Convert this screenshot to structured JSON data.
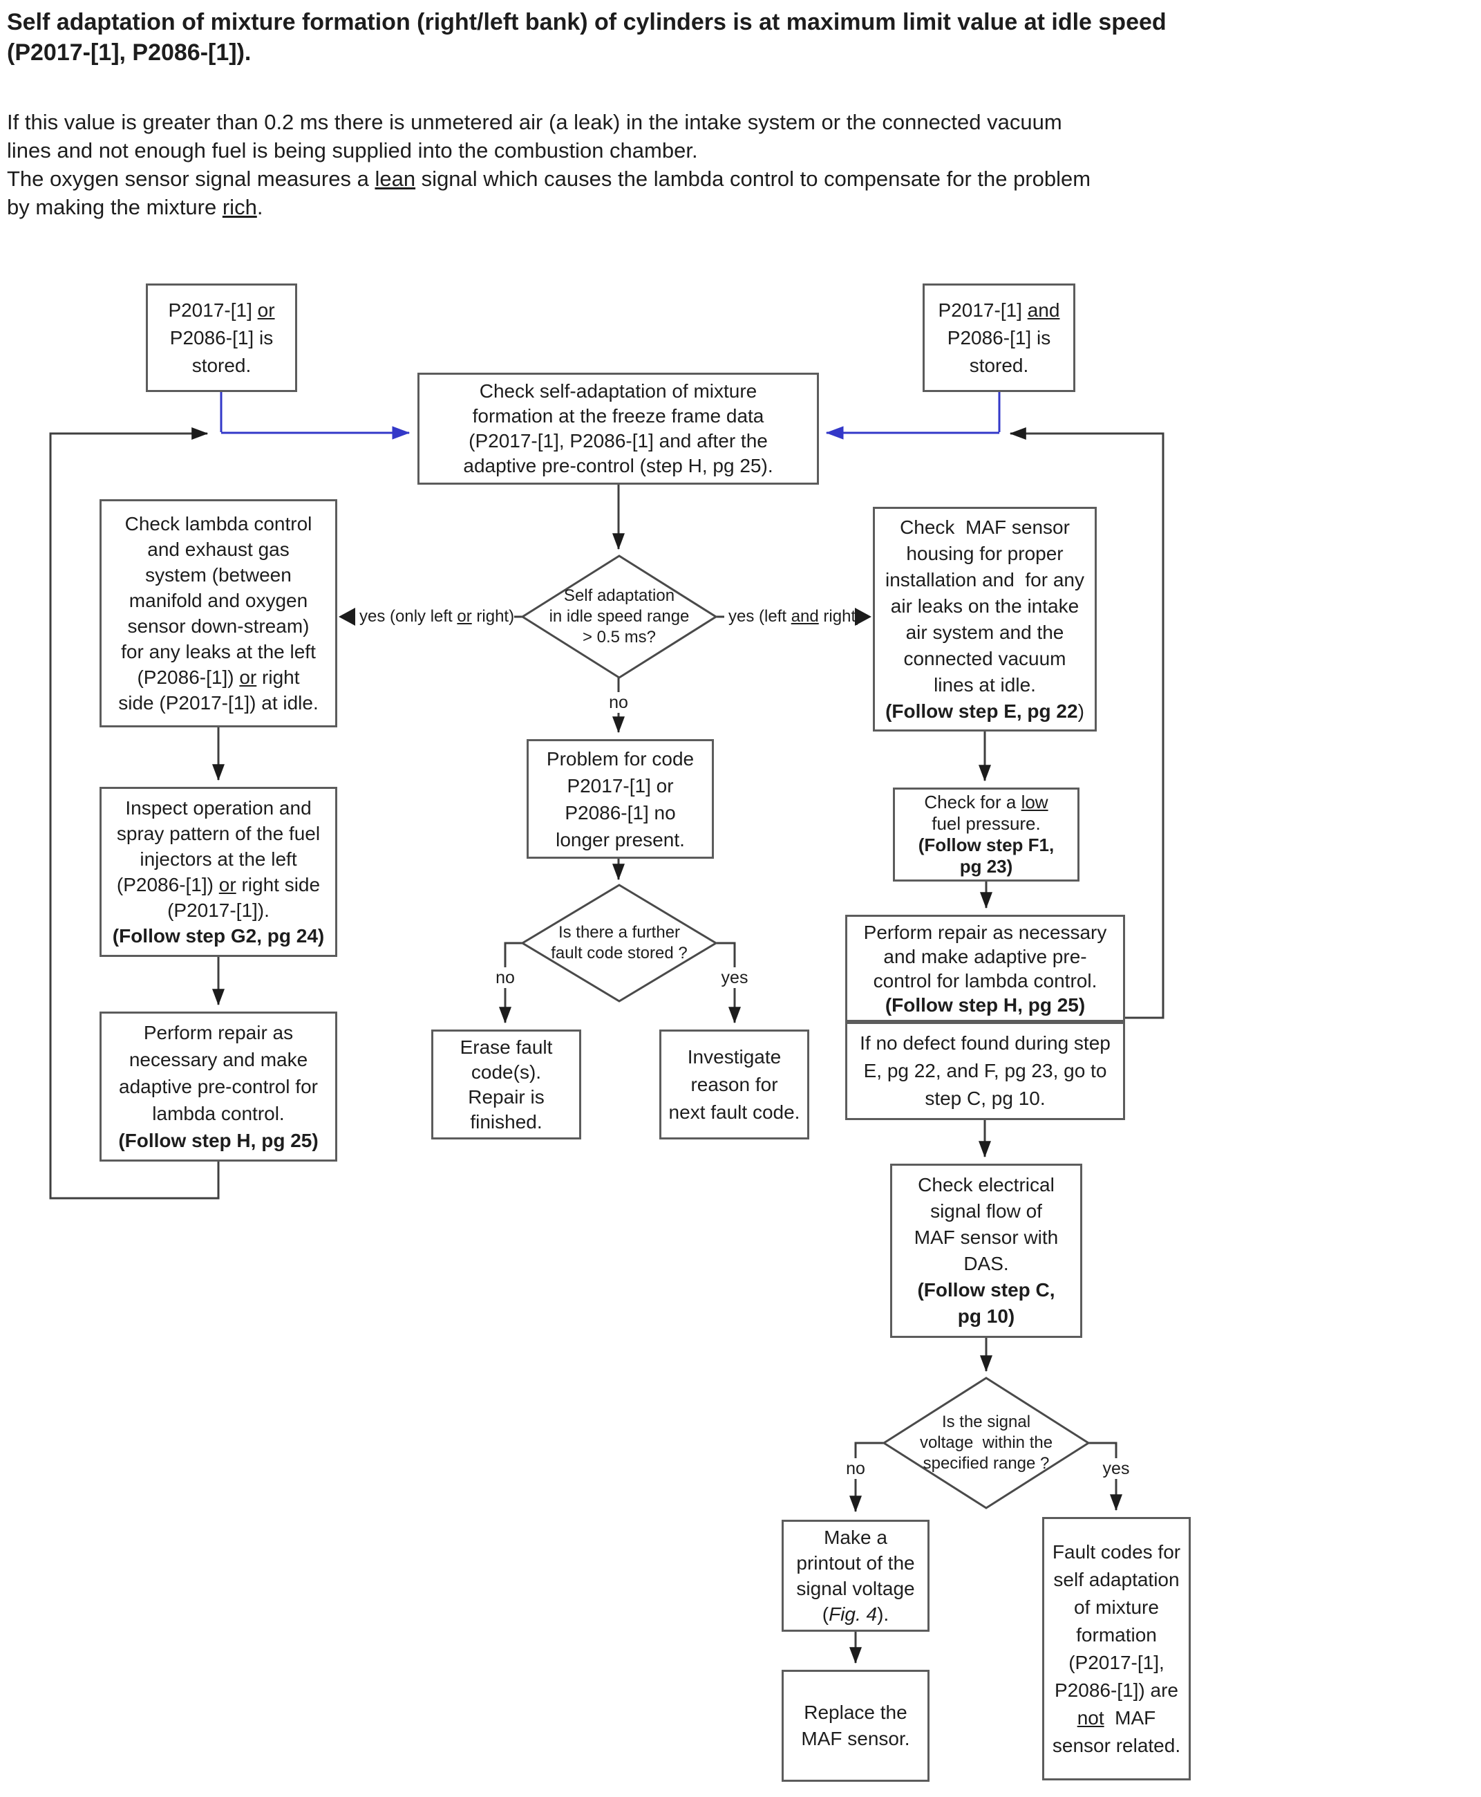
{
  "header": {
    "title": [
      {
        "t": "Self adaptation of mixture formation (right/left bank) of cylinders is at maximum limit value at idle speed"
      },
      {
        "br": true
      },
      {
        "t": "(P2017-[1], P2086-[1])."
      }
    ],
    "intro": [
      {
        "t": "If this value is greater than 0.2 ms there is unmetered air (a leak) in the intake system or the connected vacuum"
      },
      {
        "br": true
      },
      {
        "t": "lines and not enough fuel is being supplied into the combustion chamber."
      },
      {
        "br": true
      },
      {
        "t": "The oxygen sensor signal measures a "
      },
      {
        "t": "lean",
        "u": true
      },
      {
        "t": " signal which causes the lambda control to compensate for the problem"
      },
      {
        "br": true
      },
      {
        "t": "by making the mixture "
      },
      {
        "t": "rich",
        "u": true
      },
      {
        "t": "."
      }
    ]
  },
  "flowchart": {
    "box_or": [
      {
        "t": "P2017-[1] "
      },
      {
        "t": "or",
        "u": true
      },
      {
        "br": true
      },
      {
        "t": "P2086-[1] is"
      },
      {
        "br": true
      },
      {
        "t": "stored."
      }
    ],
    "box_and": [
      {
        "t": "P2017-[1] "
      },
      {
        "t": "and",
        "u": true
      },
      {
        "br": true
      },
      {
        "t": "P2086-[1] is"
      },
      {
        "br": true
      },
      {
        "t": "stored."
      }
    ],
    "box_center": [
      {
        "t": "Check self-adaptation of mixture"
      },
      {
        "br": true
      },
      {
        "t": "formation at the freeze frame data"
      },
      {
        "br": true
      },
      {
        "t": "(P2017-[1], P2086-[1] and after the"
      },
      {
        "br": true
      },
      {
        "t": "adaptive pre-control (step H, pg 25)."
      }
    ],
    "box_lambda": [
      {
        "t": "Check lambda control"
      },
      {
        "br": true
      },
      {
        "t": "and exhaust gas"
      },
      {
        "br": true
      },
      {
        "t": "system (between"
      },
      {
        "br": true
      },
      {
        "t": "manifold and oxygen"
      },
      {
        "br": true
      },
      {
        "t": "sensor down-stream)"
      },
      {
        "br": true
      },
      {
        "t": "for any leaks at the left"
      },
      {
        "br": true
      },
      {
        "t": "(P2086-[1]) "
      },
      {
        "t": "or",
        "u": true
      },
      {
        "t": " right"
      },
      {
        "br": true
      },
      {
        "t": "side (P2017-[1]) at idle."
      }
    ],
    "box_injectors": [
      {
        "t": "Inspect operation and"
      },
      {
        "br": true
      },
      {
        "t": "spray pattern of the fuel"
      },
      {
        "br": true
      },
      {
        "t": "injectors at the left"
      },
      {
        "br": true
      },
      {
        "t": "(P2086-[1]) "
      },
      {
        "t": "or",
        "u": true
      },
      {
        "t": " right side"
      },
      {
        "br": true
      },
      {
        "t": "(P2017-[1])."
      },
      {
        "br": true
      },
      {
        "t": "(Follow step G2, pg 24)",
        "b": true
      }
    ],
    "box_repair_left": [
      {
        "t": "Perform repair as"
      },
      {
        "br": true
      },
      {
        "t": "necessary and make"
      },
      {
        "br": true
      },
      {
        "t": "adaptive pre-control for"
      },
      {
        "br": true
      },
      {
        "t": "lambda control."
      },
      {
        "br": true
      },
      {
        "t": "(Follow step H, pg 25)",
        "b": true
      }
    ],
    "box_problem": [
      {
        "t": "Problem for code"
      },
      {
        "br": true
      },
      {
        "t": "P2017-[1] or"
      },
      {
        "br": true
      },
      {
        "t": "P2086-[1] no"
      },
      {
        "br": true
      },
      {
        "t": "longer present."
      }
    ],
    "box_erase": [
      {
        "t": "Erase fault"
      },
      {
        "br": true
      },
      {
        "t": "code(s)."
      },
      {
        "br": true
      },
      {
        "t": "Repair is"
      },
      {
        "br": true
      },
      {
        "t": "finished."
      }
    ],
    "box_investigate": [
      {
        "t": "Investigate"
      },
      {
        "br": true
      },
      {
        "t": "reason for"
      },
      {
        "br": true
      },
      {
        "t": "next fault code."
      }
    ],
    "box_maf": [
      {
        "t": "Check  MAF sensor"
      },
      {
        "br": true
      },
      {
        "t": "housing for proper"
      },
      {
        "br": true
      },
      {
        "t": "installation and  for any"
      },
      {
        "br": true
      },
      {
        "t": "air leaks on the intake"
      },
      {
        "br": true
      },
      {
        "t": "air system and the"
      },
      {
        "br": true
      },
      {
        "t": "connected vacuum"
      },
      {
        "br": true
      },
      {
        "t": "lines at idle."
      },
      {
        "br": true
      },
      {
        "t": "(Follow step E, pg 22",
        "b": true
      },
      {
        "t": ")"
      }
    ],
    "box_fuel": [
      {
        "t": "Check for a "
      },
      {
        "t": "low",
        "u": true
      },
      {
        "br": true
      },
      {
        "t": "fuel pressure."
      },
      {
        "br": true
      },
      {
        "t": "(Follow step F1,",
        "b": true
      },
      {
        "br": true
      },
      {
        "t": "pg 23)",
        "b": true
      }
    ],
    "box_repair_right": [
      {
        "t": "Perform repair as necessary"
      },
      {
        "br": true
      },
      {
        "t": "and make adaptive pre-"
      },
      {
        "br": true
      },
      {
        "t": "control for lambda control."
      },
      {
        "br": true
      },
      {
        "t": "(Follow step H, pg 25)",
        "b": true
      }
    ],
    "box_nodefect": [
      {
        "t": "If no defect found during step"
      },
      {
        "br": true
      },
      {
        "t": "E, pg 22, and F, pg 23, go to"
      },
      {
        "br": true
      },
      {
        "t": "step C, pg 10."
      }
    ],
    "box_das": [
      {
        "t": "Check electrical"
      },
      {
        "br": true
      },
      {
        "t": "signal flow of"
      },
      {
        "br": true
      },
      {
        "t": "MAF sensor with"
      },
      {
        "br": true
      },
      {
        "t": "DAS."
      },
      {
        "br": true
      },
      {
        "t": "(Follow step C,",
        "b": true
      },
      {
        "br": true
      },
      {
        "t": "pg 10)",
        "b": true
      }
    ],
    "box_printout": [
      {
        "t": "Make a"
      },
      {
        "br": true
      },
      {
        "t": "printout of the"
      },
      {
        "br": true
      },
      {
        "t": "signal voltage"
      },
      {
        "br": true
      },
      {
        "t": "("
      },
      {
        "t": "Fig. 4",
        "i": true
      },
      {
        "t": ")."
      }
    ],
    "box_replace": [
      {
        "t": "Replace the"
      },
      {
        "br": true
      },
      {
        "t": "MAF sensor."
      }
    ],
    "box_faultcodes": [
      {
        "t": "Fault codes for"
      },
      {
        "br": true
      },
      {
        "t": "self adaptation"
      },
      {
        "br": true
      },
      {
        "t": "of mixture"
      },
      {
        "br": true
      },
      {
        "t": "formation"
      },
      {
        "br": true
      },
      {
        "t": "(P2017-[1],"
      },
      {
        "br": true
      },
      {
        "t": "P2086-[1]) are"
      },
      {
        "br": true
      },
      {
        "t": "not",
        "u": true
      },
      {
        "t": "  MAF"
      },
      {
        "br": true
      },
      {
        "t": "sensor related."
      }
    ],
    "diamond_idle": [
      {
        "t": "Self adaptation"
      },
      {
        "br": true
      },
      {
        "t": "in idle speed range"
      },
      {
        "br": true
      },
      {
        "t": "> 0.5 ms?"
      }
    ],
    "diamond_further": [
      {
        "t": "Is there a further"
      },
      {
        "br": true
      },
      {
        "t": "fault code stored ?"
      }
    ],
    "diamond_voltage": [
      {
        "t": "Is the signal"
      },
      {
        "br": true
      },
      {
        "t": "voltage  within the"
      },
      {
        "br": true
      },
      {
        "t": "specified range ?"
      }
    ],
    "label_yes_left": [
      {
        "t": "yes (only left "
      },
      {
        "t": "or",
        "u": true
      },
      {
        "t": " right)"
      }
    ],
    "label_yes_right": [
      {
        "t": "yes (left "
      },
      {
        "t": "and",
        "u": true
      },
      {
        "t": " right)"
      }
    ],
    "label_no_idle": "no",
    "label_no_further": "no",
    "label_yes_further": "yes",
    "label_no_voltage": "no",
    "label_yes_voltage": "yes"
  },
  "colors": {
    "connector_blue": "#3338c8",
    "connector_black": "#3f3f3f",
    "box_border": "#5c5c5c",
    "text": "#1d1d1d"
  }
}
